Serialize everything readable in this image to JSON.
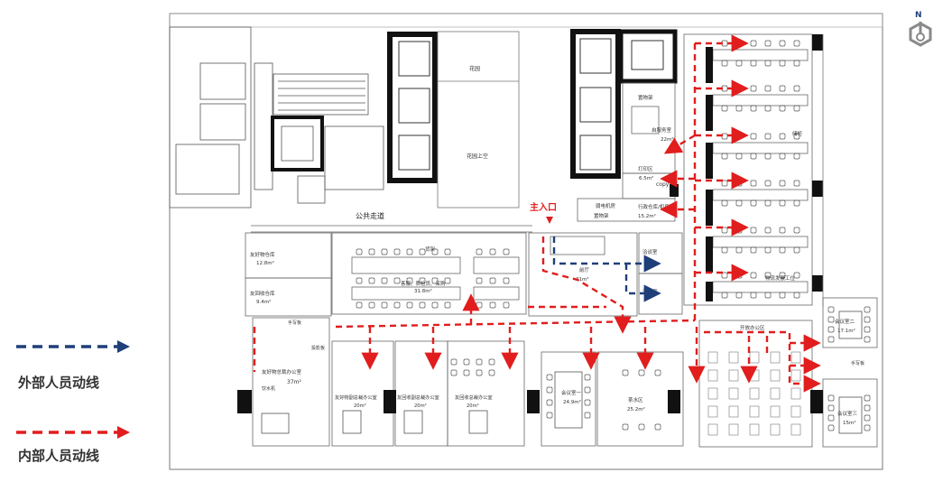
{
  "compass": {
    "label": "N"
  },
  "legend": {
    "external": {
      "label": "外部人员动线",
      "color": "#1f3f7a"
    },
    "internal": {
      "label": "内部人员动线",
      "color": "#e11d1d"
    }
  },
  "labels": {
    "main_entrance": "主入口",
    "public_corridor": "公共走道",
    "garden": "花园",
    "garden_upper": "花园上空",
    "stationery_shelf_1": "置物架",
    "stationery_shelf_2": "置物架",
    "self_service": "自服务室",
    "self_service_area": "22m²",
    "print_area": "打印区",
    "print_area_size": "6.5m²",
    "copy": "copy",
    "weak_room": "弱电机房",
    "admin_storage": "行政仓库/机房",
    "admin_storage_size": "15.2m²",
    "lobby": "前厅",
    "lobby_size": "31m²",
    "discuss_1": "洽谈室",
    "discuss_2": "洽谈室",
    "shelf": "货架",
    "office_group": "客服、质检员、采购",
    "office_group_size": "31.8m²",
    "storage_a": "友好物仓库",
    "storage_a_size": "12.8m²",
    "storage_b": "友回收仓库",
    "storage_b_size": "9.4m²",
    "gm_office": "友好物总裁办公室",
    "gm_office_size": "37m²",
    "vp_office_1": "友好物副总裁办公室",
    "vp_office_1_size": "20m²",
    "vp_office_2": "友回收副总裁办公室",
    "vp_office_2_size": "20m²",
    "vp_office_3": "友回收总裁办公室",
    "vp_office_3_size": "20m²",
    "meeting_1": "会议室一",
    "meeting_1_size": "24.9m²",
    "tea_room": "茶水区",
    "tea_room_size": "25.2m²",
    "open_office": "开放办公区",
    "meeting_2": "会议室二",
    "meeting_2_size": "17.1m²",
    "meeting_3": "会议室三",
    "meeting_3_size": "15m²",
    "writing_board": "手写板",
    "projection_board": "投影板",
    "water_dispenser": "饮水机",
    "cabinet": "储柜",
    "ops_area": "物流发展工位"
  }
}
